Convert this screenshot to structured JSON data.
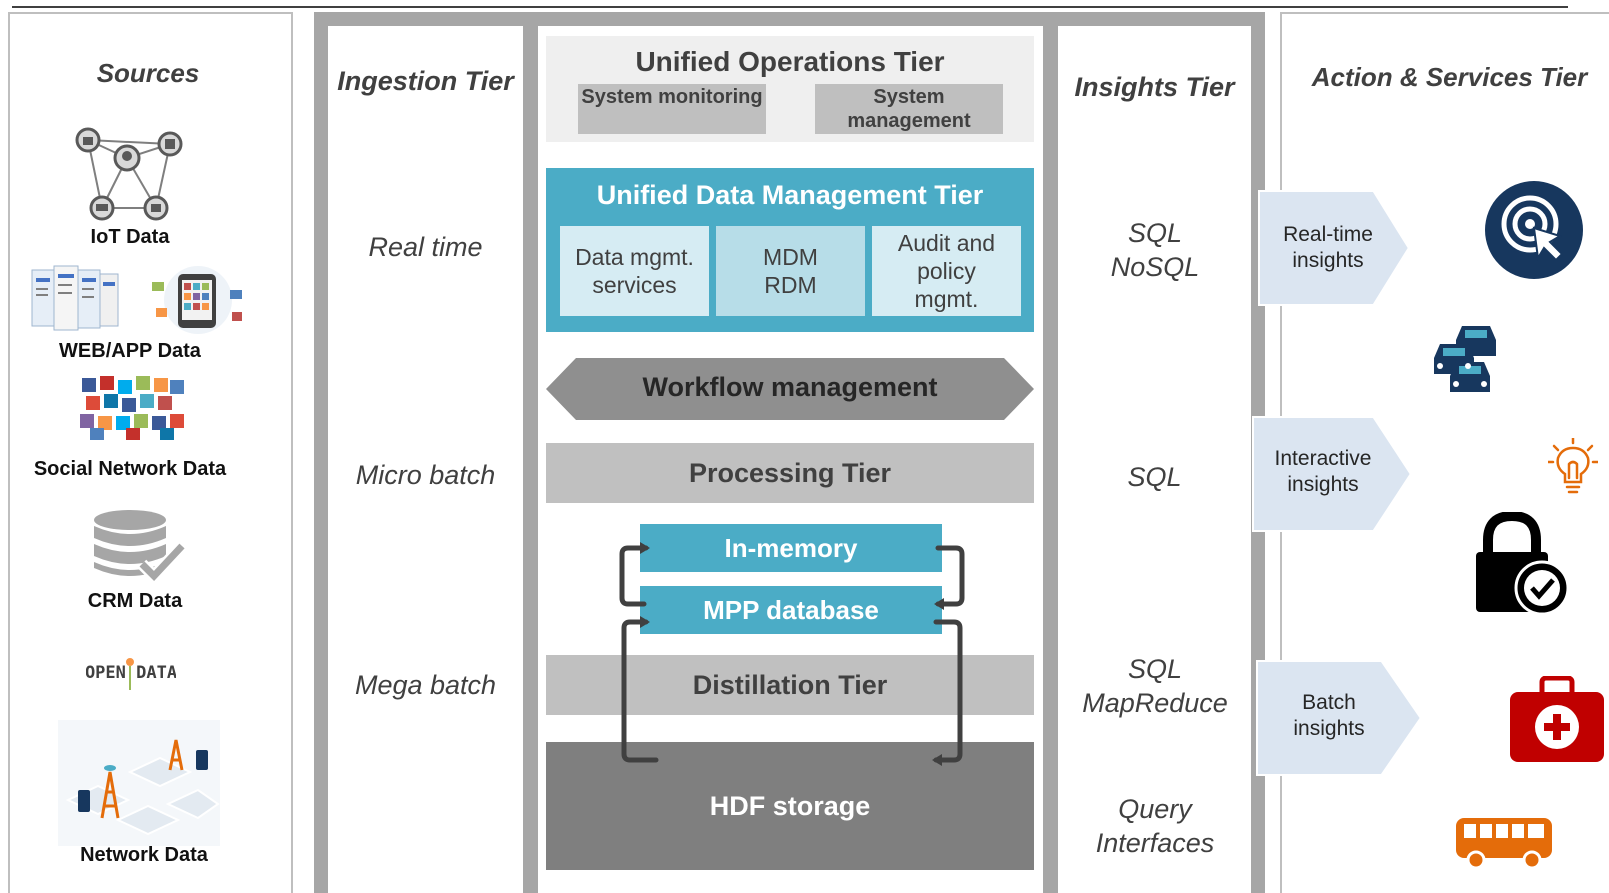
{
  "sources": {
    "title": "Sources",
    "items": [
      {
        "label": "IoT Data",
        "icon": "iot-network-icon"
      },
      {
        "label": "WEB/APP Data",
        "icon": "web-app-icon"
      },
      {
        "label": "Social Network Data",
        "icon": "social-network-icon"
      },
      {
        "label": "CRM  Data",
        "icon": "database-check-icon"
      },
      {
        "label": "",
        "icon": "open-data-logo",
        "logo_text": "OPEN DATA"
      },
      {
        "label": "Network Data",
        "icon": "network-tower-icon"
      }
    ]
  },
  "ingestion": {
    "title": "Ingestion Tier",
    "rows": [
      "Real time",
      "Micro batch",
      "Mega batch"
    ]
  },
  "center": {
    "ops": {
      "title": "Unified Operations Tier",
      "left": "System monitoring",
      "right": "System management"
    },
    "udm": {
      "title": "Unified Data Management Tier",
      "cells": [
        "Data mgmt. services",
        "MDM RDM",
        "Audit and policy mgmt."
      ]
    },
    "workflow": "Workflow management",
    "processing": "Processing Tier",
    "in_memory": "In-memory",
    "mpp": "MPP database",
    "distillation": "Distillation Tier",
    "hdf": "HDF storage"
  },
  "insights": {
    "title": "Insights Tier",
    "items": [
      "SQL NoSQL",
      "SQL",
      "SQL MapReduce",
      "Query Interfaces"
    ]
  },
  "actions": {
    "title": "Action & Services Tier",
    "arrows": [
      "Real-time insights",
      "Interactive insights",
      "Batch insights"
    ],
    "icons": [
      "target-click-icon",
      "traffic-cars-icon",
      "lightbulb-icon",
      "lock-check-icon",
      "medical-kit-icon",
      "bus-icon"
    ]
  },
  "colors": {
    "teal": "#4bacc6",
    "light_teal": "#d6ecf3",
    "frame_gray": "#a6a6a6",
    "arrow_blue": "#dbe5f1",
    "navy": "#17375e",
    "orange": "#e46c0a",
    "red": "#c00000"
  }
}
